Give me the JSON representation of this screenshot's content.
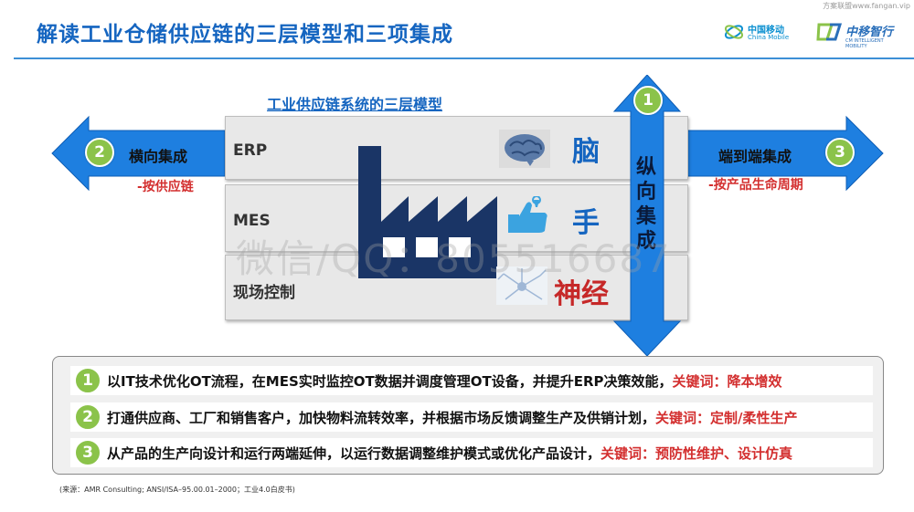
{
  "header": {
    "title": "解读工业仓储供应链的三层模型和三项集成",
    "top_right_text": "方案联盟www.fangan.vip",
    "logo_china_mobile_cn": "中国移动",
    "logo_china_mobile_en": "China Mobile",
    "logo_zhongyi_cn": "中移智行",
    "logo_zhongyi_en": "CM INTELLIGENT MOBILITY"
  },
  "model": {
    "title": "工业供应链系统的三层模型",
    "layers": [
      {
        "label": "ERP",
        "char": "脑",
        "char_color": "#1565c0",
        "icon": "brain-icon"
      },
      {
        "label": "MES",
        "char": "手",
        "char_color": "#1565c0",
        "icon": "thumbs-up-wrench-icon"
      },
      {
        "label": "现场控制",
        "char": "神经",
        "char_color": "#c62828",
        "icon": "neuron-icon"
      }
    ],
    "center_icon": "factory-icon"
  },
  "integrations": {
    "horizontal": {
      "number": "2",
      "label": "横向集成",
      "sub": "-按供应链"
    },
    "end_to_end": {
      "number": "3",
      "label": "端到端集成",
      "sub": "-按产品生命周期"
    },
    "vertical": {
      "number": "1",
      "label": "纵向集成"
    }
  },
  "items": [
    {
      "number": "1",
      "text": "以IT技术优化OT流程，在MES实时监控OT数据并调度管理OT设备，并提升ERP决策效能，",
      "keyword": "关键词：降本增效"
    },
    {
      "number": "2",
      "text": "打通供应商、工厂和销售客户，加快物料流转效率，并根据市场反馈调整生产及供销计划，",
      "keyword": "关键词：定制/柔性生产"
    },
    {
      "number": "3",
      "text": "从产品的生产向设计和运行两端延伸，以运行数据调整维护模式或优化产品设计，",
      "keyword": "关键词：预防性维护、设计仿真"
    }
  ],
  "source": "(来源：AMR Consulting; ANSI/ISA–95.00.01–2000；工业4.0白皮书)",
  "watermark": "微信/QQ：805516687",
  "colors": {
    "accent_blue": "#1565c0",
    "arrow_blue": "#1e7fe0",
    "green_badge": "#8bc34a",
    "keyword_red": "#d32f2f",
    "factory_navy": "#1a3566"
  }
}
